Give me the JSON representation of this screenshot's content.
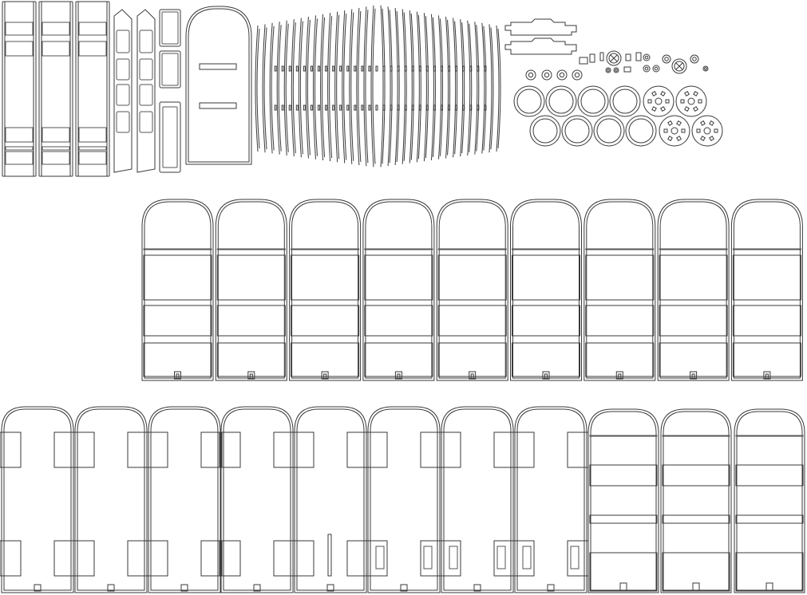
{
  "sheet": {
    "background": "#ffffff",
    "stroke_color": "#3a3a3a",
    "inner_stroke_color": "#555555"
  },
  "groups": {
    "ladder_frames": {
      "count": 3
    },
    "narrow_panels": {
      "count": 3
    },
    "arched_door_panel": {
      "count": 1
    },
    "ribs": {
      "count": 34
    },
    "brackets": {
      "count": 2
    },
    "small_parts": {
      "count": 18
    },
    "rings": {
      "count": 8
    },
    "hubs": {
      "count": 4
    },
    "window_panels": {
      "count": 9
    },
    "side_panels": {
      "count": 8
    },
    "slotted_panels": {
      "count": 3
    }
  }
}
